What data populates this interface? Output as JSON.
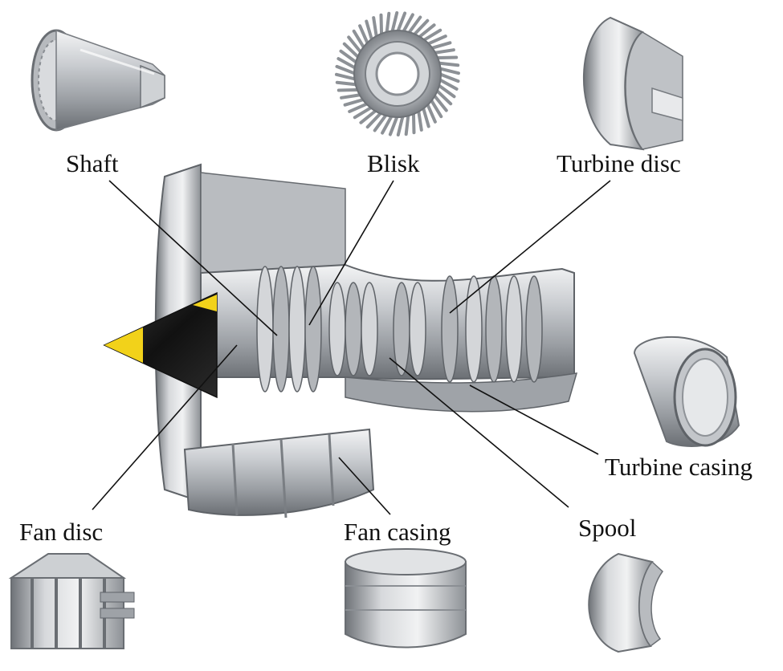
{
  "labels": {
    "shaft": "Shaft",
    "blisk": "Blisk",
    "turbine_disc": "Turbine disc",
    "turbine_casing": "Turbine casing",
    "fan_disc": "Fan disc",
    "fan_casing": "Fan casing",
    "spool": "Spool"
  },
  "colors": {
    "metal_light": "#e4e6e8",
    "metal_mid": "#a9adb2",
    "metal_dark": "#5d6166",
    "spinner_yellow": "#f2d21a",
    "spinner_black": "#1c1c1c",
    "leader_line": "#111111"
  },
  "icons": {
    "shaft": "shaft-component-icon",
    "blisk": "blisk-component-icon",
    "turbine_disc": "turbine-disc-component-icon",
    "turbine_casing": "turbine-casing-component-icon",
    "fan_disc": "fan-disc-component-icon",
    "fan_casing": "fan-casing-component-icon",
    "spool": "spool-component-icon",
    "engine": "jet-engine-cutaway-illustration"
  }
}
